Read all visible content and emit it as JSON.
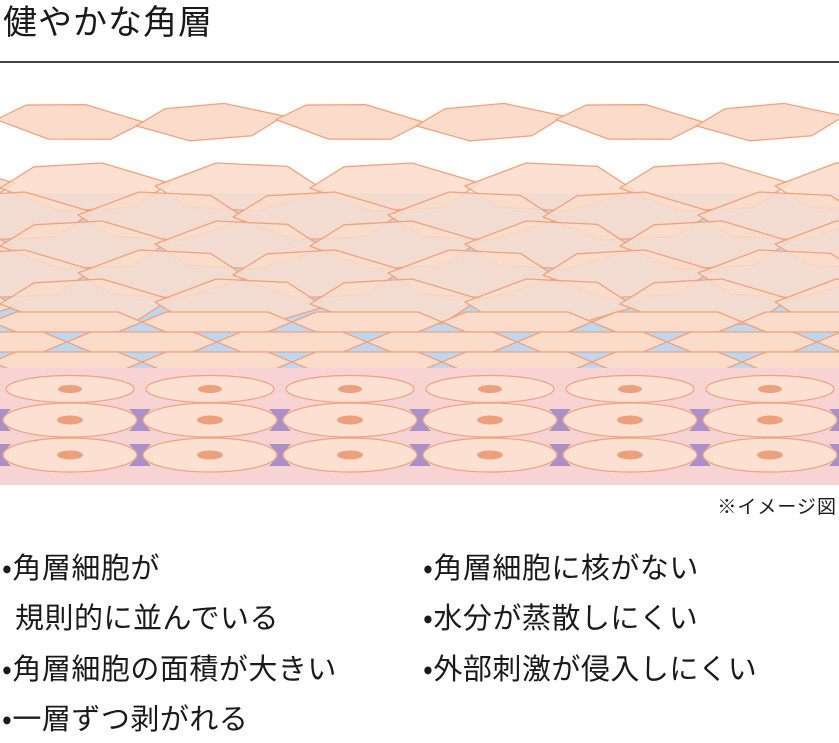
{
  "title": "健やかな角層",
  "note": "※イメージ図",
  "diagram": {
    "label": "healthy-stratum-corneum-illustration",
    "colors": {
      "cell_fill": "#fbdcca",
      "cell_stroke": "#f0a27e",
      "moisture_blue": "#bdd7f1",
      "basal_pink": "#f8d3d4",
      "ellipse_fill": "#fce0d2",
      "nucleus": "#eda07c",
      "desmosome_purple": "#aa90cb"
    }
  },
  "bullets": {
    "left": [
      {
        "text": "・角層細胞が",
        "indent": false
      },
      {
        "text": "規則的に並んでいる",
        "indent": true
      },
      {
        "text": "・角層細胞の面積が大きい",
        "indent": false
      },
      {
        "text": "・一層ずつ剥がれる",
        "indent": false
      }
    ],
    "right": [
      {
        "text": "・角層細胞に核がない",
        "indent": false
      },
      {
        "text": "・水分が蒸散しにくい",
        "indent": false
      },
      {
        "text": "・外部刺激が侵入しにくい",
        "indent": false
      }
    ]
  }
}
